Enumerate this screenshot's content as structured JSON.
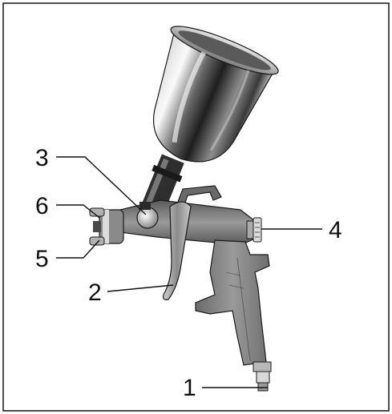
{
  "figure": {
    "subject": "gravity-feed-spray-gun",
    "callouts": [
      {
        "id": "1",
        "label": "1"
      },
      {
        "id": "2",
        "label": "2"
      },
      {
        "id": "3",
        "label": "3"
      },
      {
        "id": "4",
        "label": "4"
      },
      {
        "id": "5",
        "label": "5"
      },
      {
        "id": "6",
        "label": "6"
      }
    ]
  },
  "colors": {
    "frame": "#222222",
    "text": "#111111",
    "metal_dark": "#2a2a2a",
    "metal_light": "#f2f2f2",
    "grip": "#7a7a7a"
  }
}
